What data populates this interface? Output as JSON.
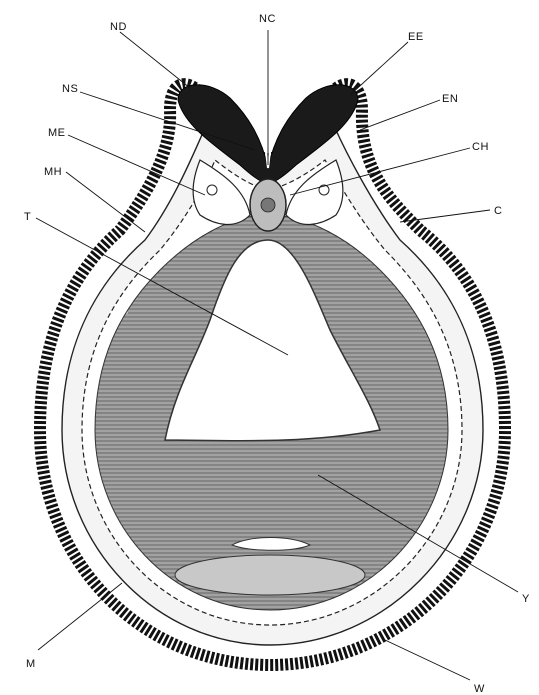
{
  "labels": {
    "nd": "ND",
    "nc": "NC",
    "ee": "EE",
    "ns": "NS",
    "en": "EN",
    "me": "ME",
    "ch": "CH",
    "mh": "MH",
    "c": "C",
    "t": "T",
    "y": "Y",
    "m": "M",
    "w": "W"
  },
  "colors": {
    "ink": "#111111",
    "paper": "#ffffff",
    "yolk": "#8c8c8c",
    "neural": "#1a1a1a"
  }
}
